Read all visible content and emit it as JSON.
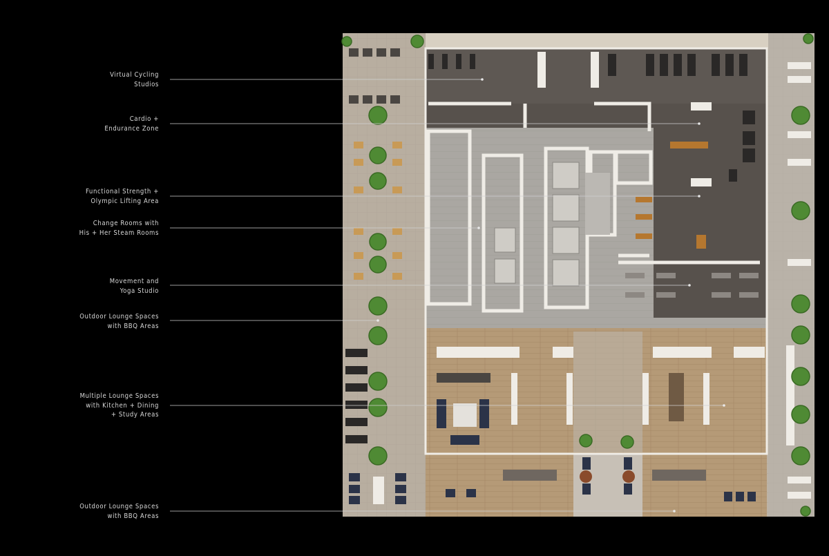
{
  "annotations": [
    {
      "id": "cycling",
      "text": "Virtual Cycling\nStudios"
    },
    {
      "id": "cardio",
      "text": "Cardio +\nEndurance Zone"
    },
    {
      "id": "strength",
      "text": "Functional Strength +\nOlympic Lifting Area"
    },
    {
      "id": "change",
      "text": "Change Rooms with\nHis + Her Steam Rooms"
    },
    {
      "id": "yoga",
      "text": "Movement and\nYoga Studio"
    },
    {
      "id": "outdoor1",
      "text": "Outdoor Lounge Spaces\nwith BBQ Areas"
    },
    {
      "id": "lounge",
      "text": "Multiple Lounge Spaces\nwith Kitchen + Dining\n+ Study Areas"
    },
    {
      "id": "outdoor2",
      "text": "Outdoor Lounge Spaces\nwith BBQ Areas"
    }
  ],
  "colors": {
    "background": "#000000",
    "label_text": "#d8d8d8",
    "leader_line": "#d0d0d0",
    "gym_floor": "#57514c",
    "corridor": "#a9a7a3",
    "wood_floor": "#b59a77",
    "paving": "#bdb3a6",
    "walls": "#efece6",
    "planting": "#4f8a34"
  }
}
